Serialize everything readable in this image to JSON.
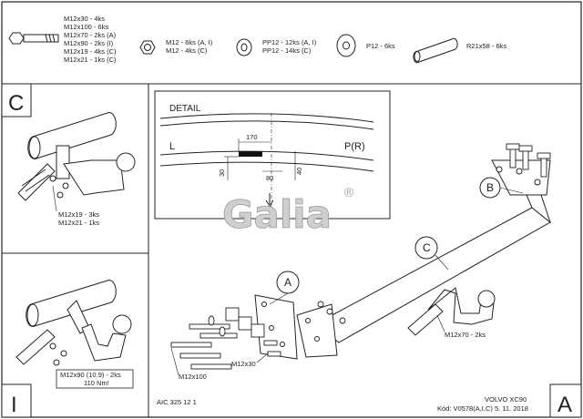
{
  "parts_list": {
    "bolts": [
      "M12x30 - 4ks",
      "M12x100 - 6ks",
      "M12x70 - 2ks (A)",
      "M12x90 - 2ks (I)",
      "M12x19 - 4ks (C)",
      "M12x21 - 1ks (C)"
    ],
    "nuts": [
      "M12 - 6ks (A, I)",
      "M12 - 4ks (C)"
    ],
    "plates": [
      "PP12 - 12ks (A, I)",
      "PP12 - 14ks (C)"
    ],
    "washer": "P12 - 6ks",
    "sleeve": "R21x58 - 6ks"
  },
  "panel_c": {
    "letter": "C",
    "callouts": [
      "M12x19 - 3ks",
      "M12x21 - 1ks"
    ]
  },
  "panel_i": {
    "letter": "I",
    "callouts": [
      "M12x90 (10.9) - 2ks",
      "110 Nm!"
    ]
  },
  "detail": {
    "title": "DETAIL",
    "left": "L",
    "right": "P(R)",
    "dims": {
      "d170": "170",
      "d30": "30",
      "d80": "80",
      "d40": "40"
    }
  },
  "logo": {
    "text": "Galia",
    "mark": "®"
  },
  "main": {
    "labels": {
      "a": "A",
      "b": "B",
      "c": "C"
    },
    "callouts": {
      "m12x70": "M12x70 - 2ks",
      "m12x30": "M12x30",
      "m12x100": "M12x100"
    },
    "big_letter": "A"
  },
  "footer": {
    "code": "AIC 325 12 1",
    "model": "VOLVO XC90",
    "kod": "Kód: V0578(A,I,C)  5. 11. 2018"
  }
}
